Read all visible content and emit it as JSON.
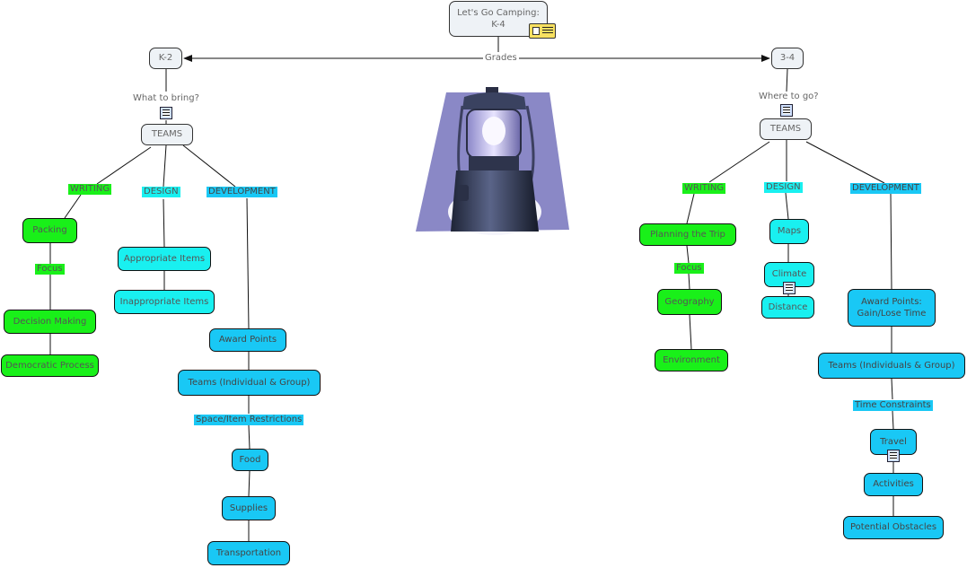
{
  "root": "Let's Go Camping:\nK-4",
  "link_grades": "Grades",
  "k2": {
    "label": "K-2",
    "link_what": "What to bring?",
    "teams": "TEAMS",
    "writing": "WRITING",
    "design": "DESIGN",
    "development": "DEVELOPMENT",
    "packing": "Packing",
    "focus": "Focus",
    "decision_making": "Decision Making",
    "democratic_process": "Democratic Process",
    "appropriate_items": "Appropriate Items",
    "inappropriate_items": "Inappropriate Items",
    "award_points": "Award Points",
    "teams_individual_group": "Teams (Individual & Group)",
    "space_item_restrictions": "Space/Item Restrictions",
    "food": "Food",
    "supplies": "Supplies",
    "transportation": "Transportation"
  },
  "g34": {
    "label": "3-4",
    "link_where": "Where to go?",
    "teams": "TEAMS",
    "writing": "WRITING",
    "design": "DESIGN",
    "development": "DEVELOPMENT",
    "planning_trip": "Planning the Trip",
    "focus": "Focus",
    "geography": "Geography",
    "environment": "Environment",
    "maps": "Maps",
    "climate": "Climate",
    "distance": "Distance",
    "award_points": "Award Points:\nGain/Lose Time",
    "teams_individuals_group": "Teams (Individuals & Group)",
    "time_constraints": "Time Constraints",
    "travel": "Travel",
    "activities": "Activities",
    "potential_obstacles": "Potential Obstacles"
  },
  "colors": {
    "writing": "#19f019",
    "design": "#19f0f0",
    "development": "#19c8f5",
    "concept": "#eef2f6"
  },
  "icons": [
    "document-icon",
    "note-icon",
    "lantern-image"
  ]
}
